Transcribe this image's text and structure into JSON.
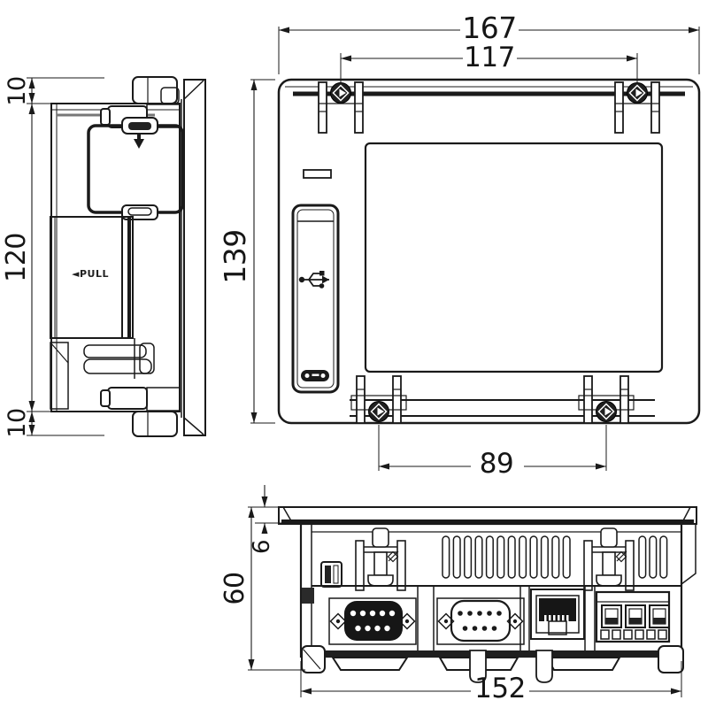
{
  "colors": {
    "background": "#ffffff",
    "line": "#1a1a1a"
  },
  "side_view": {
    "dim_top": "10",
    "dim_height": "120",
    "dim_bottom": "10",
    "pull_arrow": "◄",
    "pull_label": "PULL"
  },
  "front_view": {
    "dim_width": "167",
    "dim_mount_top": "117",
    "dim_height": "139",
    "dim_mount_bottom": "89"
  },
  "bottom_view": {
    "dim_bezel": "6",
    "dim_depth": "60",
    "dim_width": "152"
  }
}
